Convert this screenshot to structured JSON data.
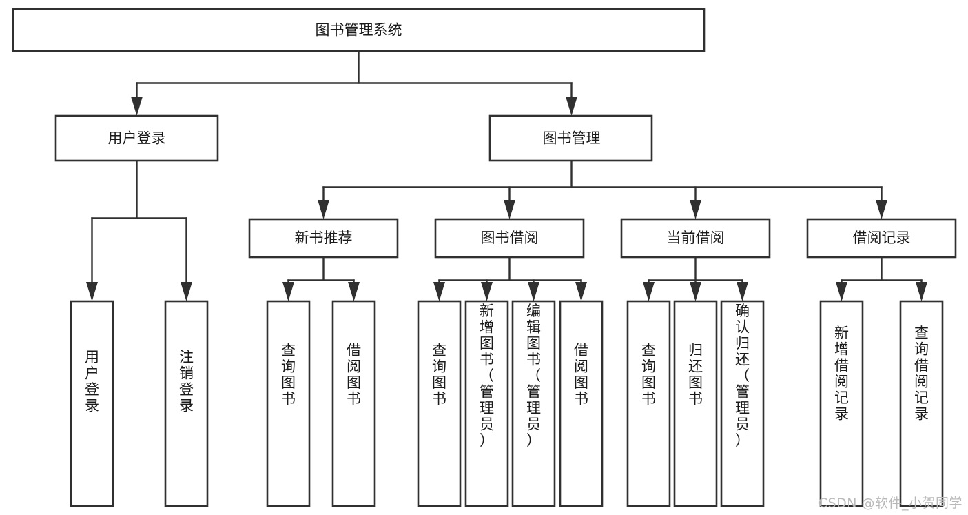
{
  "diagram": {
    "title": "图书管理系统",
    "type": "tree-hierarchy",
    "watermark": "CSDN @软件_小贺同学",
    "colors": {
      "stroke": "#303030",
      "fill": "#ffffff",
      "text": "#1a1a1a",
      "watermark": "#b9b9b9"
    },
    "levels": {
      "root": {
        "label": "图书管理系统",
        "orientation": "horizontal"
      },
      "level2": [
        {
          "label": "用户登录",
          "orientation": "horizontal"
        },
        {
          "label": "图书管理",
          "orientation": "horizontal"
        }
      ],
      "level3": [
        {
          "label": "新书推荐",
          "orientation": "horizontal"
        },
        {
          "label": "图书借阅",
          "orientation": "horizontal"
        },
        {
          "label": "当前借阅",
          "orientation": "horizontal"
        },
        {
          "label": "借阅记录",
          "orientation": "horizontal"
        }
      ],
      "leaves": [
        {
          "label": "用户登录",
          "parent": "用户登录",
          "orientation": "vertical"
        },
        {
          "label": "注销登录",
          "parent": "用户登录",
          "orientation": "vertical"
        },
        {
          "label": "查询图书",
          "parent": "新书推荐",
          "orientation": "vertical"
        },
        {
          "label": "借阅图书",
          "parent": "新书推荐",
          "orientation": "vertical"
        },
        {
          "label": "查询图书",
          "parent": "图书借阅",
          "orientation": "vertical"
        },
        {
          "label": "新增图书（管理员）",
          "parent": "图书借阅",
          "orientation": "vertical"
        },
        {
          "label": "编辑图书（管理员）",
          "parent": "图书借阅",
          "orientation": "vertical"
        },
        {
          "label": "借阅图书",
          "parent": "图书借阅",
          "orientation": "vertical"
        },
        {
          "label": "查询图书",
          "parent": "当前借阅",
          "orientation": "vertical"
        },
        {
          "label": "归还图书",
          "parent": "当前借阅",
          "orientation": "vertical"
        },
        {
          "label": "确认归还（管理员）",
          "parent": "当前借阅",
          "orientation": "vertical"
        },
        {
          "label": "新增借阅记录",
          "parent": "借阅记录",
          "orientation": "vertical"
        },
        {
          "label": "查询借阅记录",
          "parent": "借阅记录",
          "orientation": "vertical"
        }
      ]
    }
  }
}
